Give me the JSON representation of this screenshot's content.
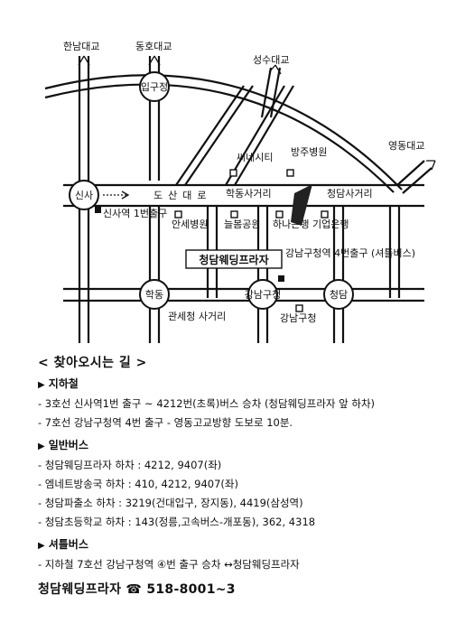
{
  "map": {
    "bridges": {
      "hannam": "한남대교",
      "dongho": "동호대교",
      "seongsu": "성수대교",
      "yeongdong": "영동대교"
    },
    "intersections": {
      "sinsa": "신사",
      "hakdong": "학동",
      "gangnam_gucheong": "강남구청",
      "cheongdam": "청담",
      "ipgujeong": "입구정"
    },
    "street": "도산대로",
    "landmarks": {
      "hakdong_sageori": "학동사거리",
      "cheongdam_sageori": "청담사거리",
      "ssine_city": "씨네시티",
      "bangju_hospital": "방주병원",
      "anse_hospital": "안세병원",
      "neulbom_park": "늘봄공원",
      "hana_bank": "하나은행",
      "ibk_bank": "기업은행",
      "sinsa_exit": "신사역 1번출구",
      "gangnam_exit": "강남구청역 4번출구 (셔틀버스)",
      "gwanse_sageori": "관세청 사거리",
      "gangnam_office": "강남구청"
    },
    "venue": "청담웨딩프라자"
  },
  "directions": {
    "heading": "< 찾아오시는 길 >",
    "sections": [
      {
        "title": "지하철",
        "items": [
          "- 3호선 신사역1번 출구 ~ 4212번(초록)버스 승차 (청담웨딩프라자 앞 하차)",
          "- 7호선 강남구청역 4번 출구 - 영동고교방향 도보로 10분."
        ]
      },
      {
        "title": "일반버스",
        "items": [
          "- 청담웨딩프라자 하차 : 4212, 9407(좌)",
          "- 엠네트방송국 하차 : 410, 4212, 9407(좌)",
          "- 청담파출소 하차 : 3219(건대입구, 장지동), 4419(삼성역)",
          "- 청담초등학교 하차 : 143(정릉,고속버스-개포동), 362, 4318"
        ]
      },
      {
        "title": "셔틀버스",
        "items": [
          "- 지하철 7호선 강남구청역 ④번 출구 승차 ↔청담웨딩프라자"
        ]
      }
    ],
    "contact": "청담웨딩프라자 ☎ 518-8001~3"
  }
}
